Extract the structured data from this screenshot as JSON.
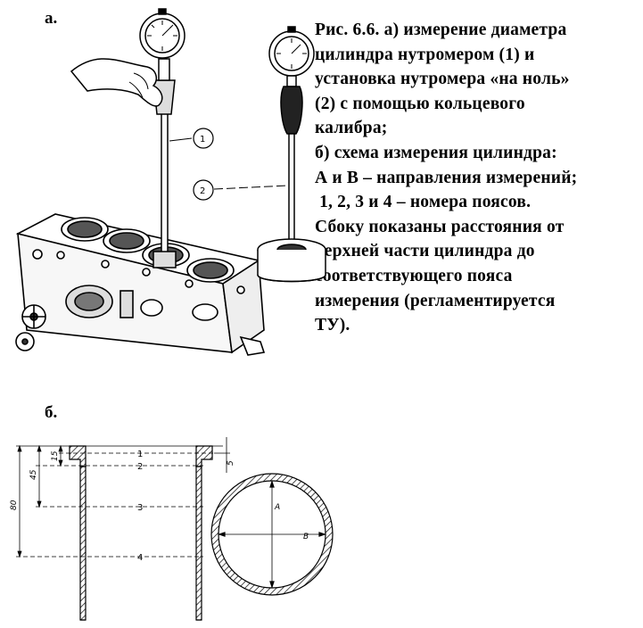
{
  "labels": {
    "part_a": "а.",
    "part_b": "б."
  },
  "caption": [
    "Рис. 6.6. а) измерение диаметра",
    "цилиндра нутромером (1) и",
    "установка нутромера «на ноль»",
    "(2) с помощью кольцевого",
    "калибра;",
    "б) схема измерения цилиндра:",
    "А и В – направления измерений;",
    " 1, 2, 3 и 4 – номера поясов.",
    "Сбоку показаны расстояния от",
    "верхней части цилиндра до",
    "соответствующего пояса",
    "измерения (регламентируется",
    "ТУ)."
  ],
  "callouts": {
    "gauge_in_cylinder": "1",
    "gauge_on_ring": "2"
  },
  "scheme": {
    "belts": [
      "1",
      "2",
      "3",
      "4"
    ],
    "dimensions": {
      "d15": "15",
      "d45": "45",
      "d80": "80",
      "d5": "5"
    },
    "directions": {
      "a": "А",
      "b": "В"
    }
  }
}
